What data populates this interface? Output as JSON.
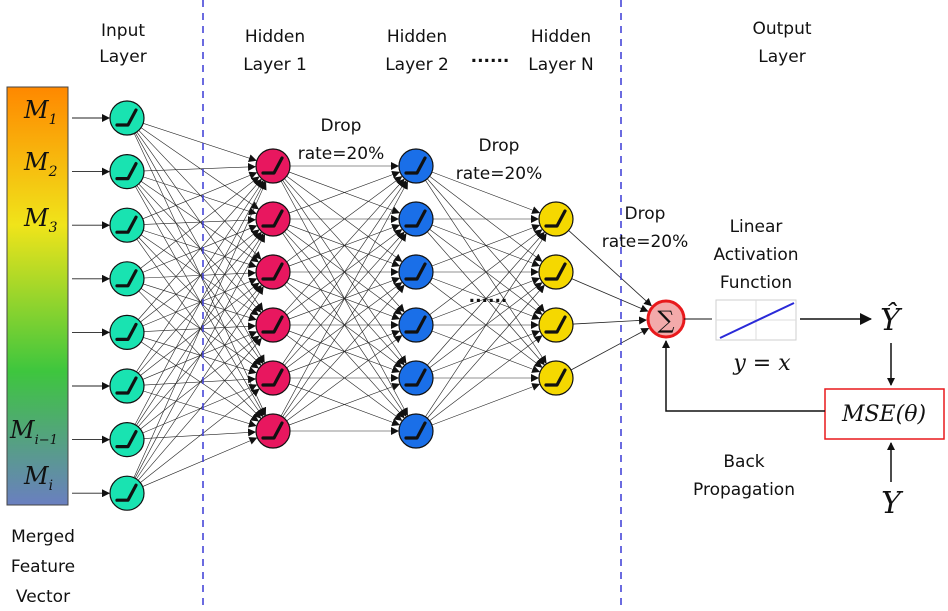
{
  "diagram": {
    "layer_titles": {
      "input": [
        "Input",
        "Layer"
      ],
      "hidden1": [
        "Hidden",
        "Layer 1"
      ],
      "hidden2": [
        "Hidden",
        "Layer 2"
      ],
      "hidden_ellipsis": "......",
      "hiddenN": [
        "Hidden",
        "Layer N"
      ],
      "output": [
        "Output",
        "Layer"
      ]
    },
    "feature_vector": {
      "labels": [
        "M",
        "M",
        "M",
        "M",
        "M"
      ],
      "subscripts": [
        "1",
        "2",
        "3",
        "i−1",
        "i"
      ],
      "caption": [
        "Merged",
        "Feature",
        "Vector"
      ]
    },
    "dropout_labels": [
      [
        "Drop",
        "rate=20%"
      ],
      [
        "Drop",
        "rate=20%"
      ],
      [
        "Drop",
        "rate=20%"
      ]
    ],
    "between_hidden_ellipsis": "......",
    "activation": {
      "title": [
        "Linear",
        "Activation",
        "Function"
      ],
      "equation": "y = x"
    },
    "sum_symbol": "∑",
    "output_symbol": "Ŷ",
    "loss_box": "MSE(θ)",
    "target_symbol": "Y",
    "backprop_label": [
      "Back",
      "Propagation"
    ],
    "layer_sizes": {
      "input": 8,
      "hidden1": 6,
      "hidden2": 6,
      "hiddenN": 4
    },
    "colors": {
      "input_neuron": "#19e3b1",
      "hidden1_neuron": "#e8175f",
      "hidden2_neuron": "#1a6fe8",
      "hiddenN_neuron": "#f5d800",
      "sum_node": "#f3aaaa",
      "sum_ring": "#e8191c",
      "loss_border": "#e8191c",
      "divider": "#3a3ad6",
      "linear_line": "#2a2ad8",
      "gradient_top": "#ff8800",
      "gradient_mid": "#f0e41a",
      "gradient_lower": "#3ec63e",
      "gradient_bottom": "#6a7fc0"
    },
    "icons": [
      "relu-icon",
      "summation-icon"
    ]
  }
}
